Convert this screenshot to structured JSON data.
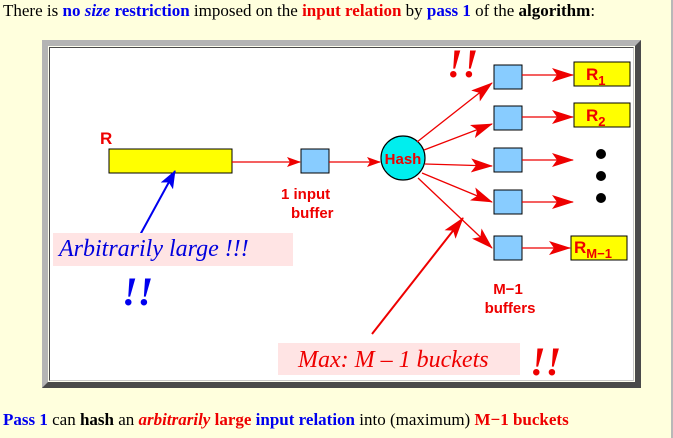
{
  "header": {
    "segments": [
      {
        "text": "There is ",
        "style": "plain"
      },
      {
        "text": "no ",
        "style": "blue-bold"
      },
      {
        "text": "size",
        "style": "blue-bold-italic"
      },
      {
        "text": " restriction",
        "style": "blue-bold"
      },
      {
        "text": " imposed on the ",
        "style": "plain"
      },
      {
        "text": "input relation",
        "style": "red-bold"
      },
      {
        "text": " by ",
        "style": "plain"
      },
      {
        "text": "pass 1",
        "style": "blue-bold"
      },
      {
        "text": " of the ",
        "style": "plain"
      },
      {
        "text": "algorithm",
        "style": "bold"
      },
      {
        "text": ":",
        "style": "plain"
      }
    ]
  },
  "footer": {
    "segments": [
      {
        "text": "Pass 1",
        "style": "blue-bold"
      },
      {
        "text": " can ",
        "style": "plain"
      },
      {
        "text": "hash",
        "style": "bold"
      },
      {
        "text": " an ",
        "style": "plain"
      },
      {
        "text": "arbitrarily",
        "style": "red-bold-italic"
      },
      {
        "text": " large",
        "style": "red-bold"
      },
      {
        "text": " input relation",
        "style": "blue-bold"
      },
      {
        "text": " into (maximum) ",
        "style": "plain"
      },
      {
        "text": "M−1 buckets",
        "style": "red-bold"
      }
    ]
  },
  "diagram": {
    "relation_label": "R",
    "input_buffer_label": [
      "1 input",
      "buffer"
    ],
    "hash_label": "Hash",
    "output_buffers_label": [
      "M−1",
      "buffers"
    ],
    "partitions": [
      {
        "base": "R",
        "sub": "1"
      },
      {
        "base": "R",
        "sub": "2"
      },
      {
        "base": "R",
        "sub": "M−1"
      }
    ],
    "ellipsis": "•••",
    "callout_large": "Arbitrarily large !!!",
    "callout_max": "Max: M – 1 buckets",
    "exclaim_blue": "!!",
    "exclaim_red_top": "!!",
    "exclaim_red_bottom": "!!"
  },
  "colors": {
    "background": "#ffffdd",
    "relation_fill": "#ffff00",
    "buffer_fill": "#88ccff",
    "hash_fill": "#00eeee",
    "arrow_red": "#ee0000",
    "arrow_blue": "#0000ee",
    "callout_bg": "#ffe4e4"
  }
}
